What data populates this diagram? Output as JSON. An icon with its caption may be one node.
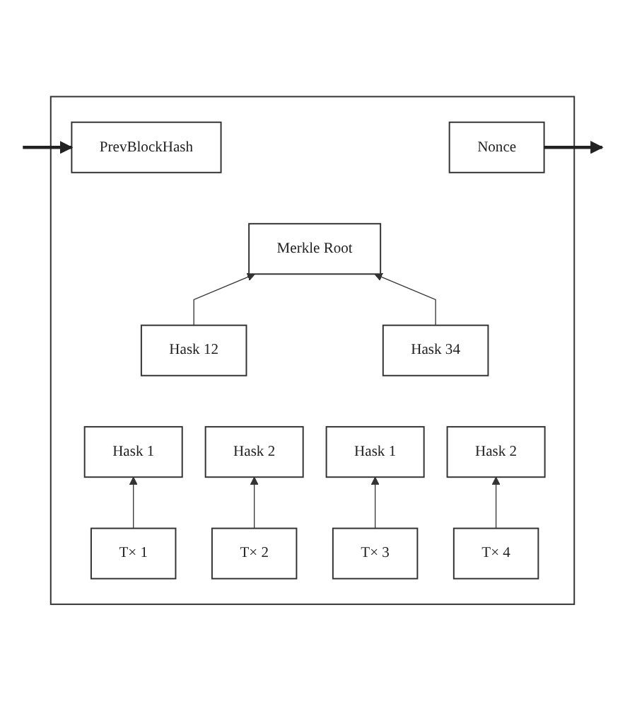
{
  "diagram": {
    "nodes": [
      {
        "text": [],
        "shape": "box"
      },
      {
        "text": [
          "PrevBlockHash"
        ],
        "in": 0
      },
      {
        "text": [
          "Nonce"
        ],
        "in": 0
      },
      {
        "text": [
          "Merkle Root"
        ],
        "in": 0
      },
      {
        "text": [
          "Hask 12"
        ],
        "in": 0
      },
      {
        "text": [
          "Hask 34"
        ],
        "in": 0
      },
      {
        "text": [
          "Hask 1"
        ],
        "in": 0
      },
      {
        "text": [
          "Hask 2"
        ],
        "in": 0
      },
      {
        "text": [
          "Hask 1"
        ],
        "in": 0
      },
      {
        "text": [
          "Hask 2"
        ],
        "in": 0
      },
      {
        "text": [
          "T× 1"
        ],
        "in": 0
      },
      {
        "text": [
          "T× 2"
        ],
        "in": 0
      },
      {
        "text": [
          "T× 3"
        ],
        "in": 0
      },
      {
        "text": [
          "T× 4"
        ],
        "in": 0
      }
    ],
    "edges": [
      {
        "from": null,
        "to": 1,
        "arrow": "to",
        "style": "thick"
      },
      {
        "from": 2,
        "to": null,
        "arrow": "to",
        "style": "thick"
      },
      {
        "from": 4,
        "to": 3,
        "arrow": "to"
      },
      {
        "from": 5,
        "to": 3,
        "arrow": "to"
      },
      {
        "from": 10,
        "to": 6,
        "arrow": "to"
      },
      {
        "from": 11,
        "to": 7,
        "arrow": "to"
      },
      {
        "from": 12,
        "to": 8,
        "arrow": "to"
      },
      {
        "from": 13,
        "to": 9,
        "arrow": "to"
      }
    ]
  }
}
